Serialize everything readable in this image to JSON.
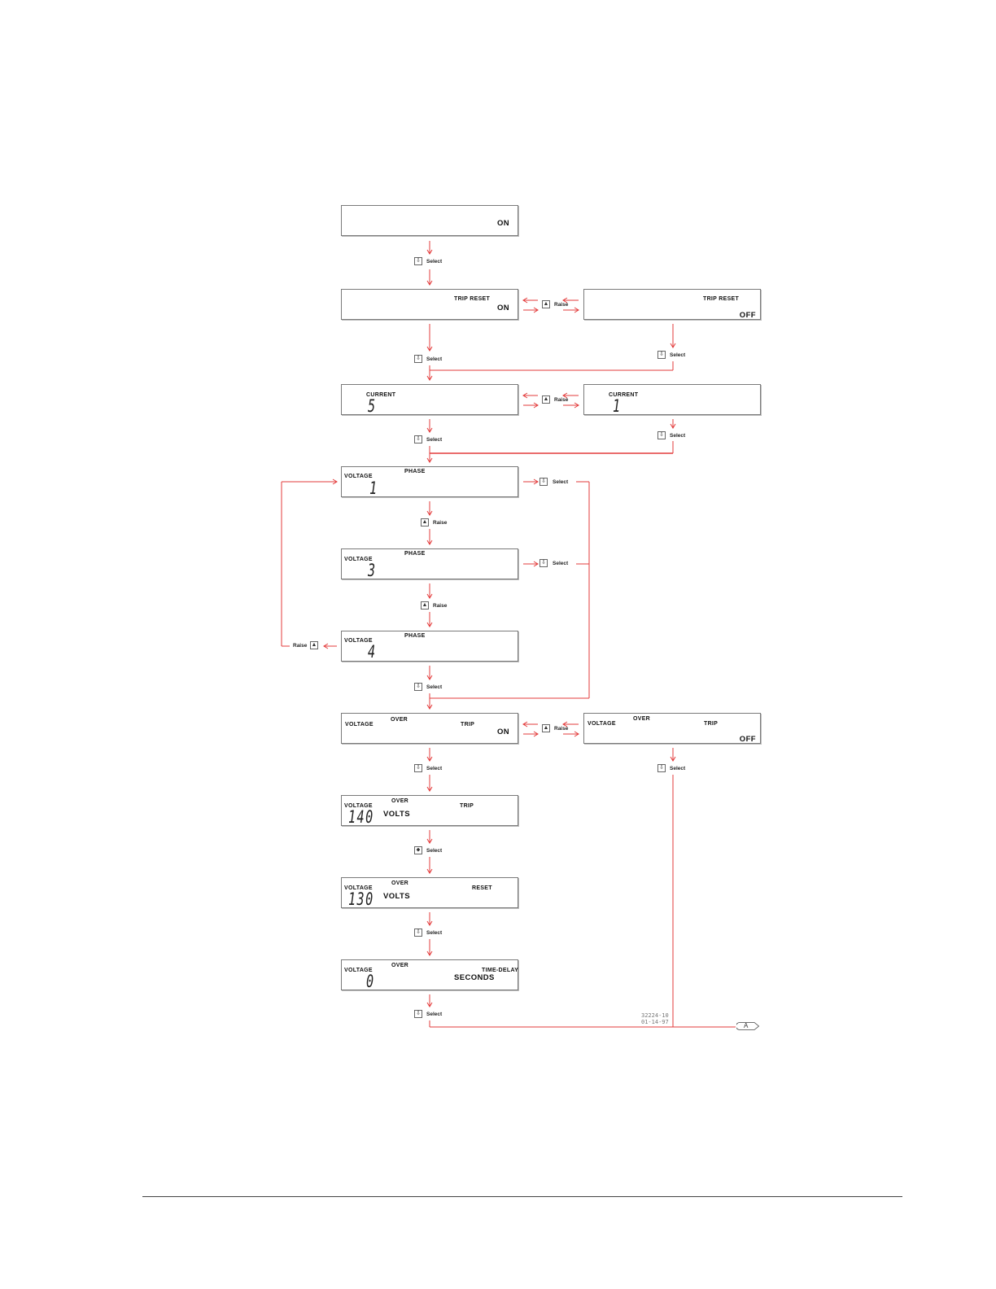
{
  "colors": {
    "wire": "#e33b3b",
    "frame": "#7a7a7a"
  },
  "keys": {
    "select_icon": "down-arrow-key",
    "raise_icon": "up-triangle-key",
    "select_label": "Select",
    "raise_label": "Raise"
  },
  "panels": {
    "p1": {
      "state": "ON"
    },
    "p2": {
      "label": "TRIP  RESET",
      "state": "ON"
    },
    "p2b": {
      "label": "TRIP RESET",
      "state": "OFF"
    },
    "p3": {
      "label": "CURRENT",
      "digits": "5"
    },
    "p3b": {
      "label": "CURRENT",
      "digits": "1"
    },
    "p4": {
      "phase": "PHASE",
      "voltage": "VOLTAGE",
      "digits": "1"
    },
    "p5": {
      "phase": "PHASE",
      "voltage": "VOLTAGE",
      "digits": "3"
    },
    "p6": {
      "phase": "PHASE",
      "voltage": "VOLTAGE",
      "digits": "4"
    },
    "p7": {
      "voltage": "VOLTAGE",
      "over": "OVER",
      "trip": "TRIP",
      "state": "ON"
    },
    "p7b": {
      "voltage": "VOLTAGE",
      "over": "OVER",
      "trip": "TRIP",
      "state": "OFF"
    },
    "p8": {
      "voltage": "VOLTAGE",
      "over": "OVER",
      "trip": "TRIP",
      "digits": "140",
      "unit": "VOLTS"
    },
    "p9": {
      "voltage": "VOLTAGE",
      "over": "OVER",
      "reset": "RESET",
      "digits": "130",
      "unit": "VOLTS"
    },
    "p10": {
      "voltage": "VOLTAGE",
      "over": "OVER",
      "delay": "TIME-DELAY",
      "digits": "0",
      "unit": "SECONDS"
    }
  },
  "figure": {
    "number": "32224-10",
    "date": "01-14-97"
  },
  "connector": {
    "label": "A"
  }
}
